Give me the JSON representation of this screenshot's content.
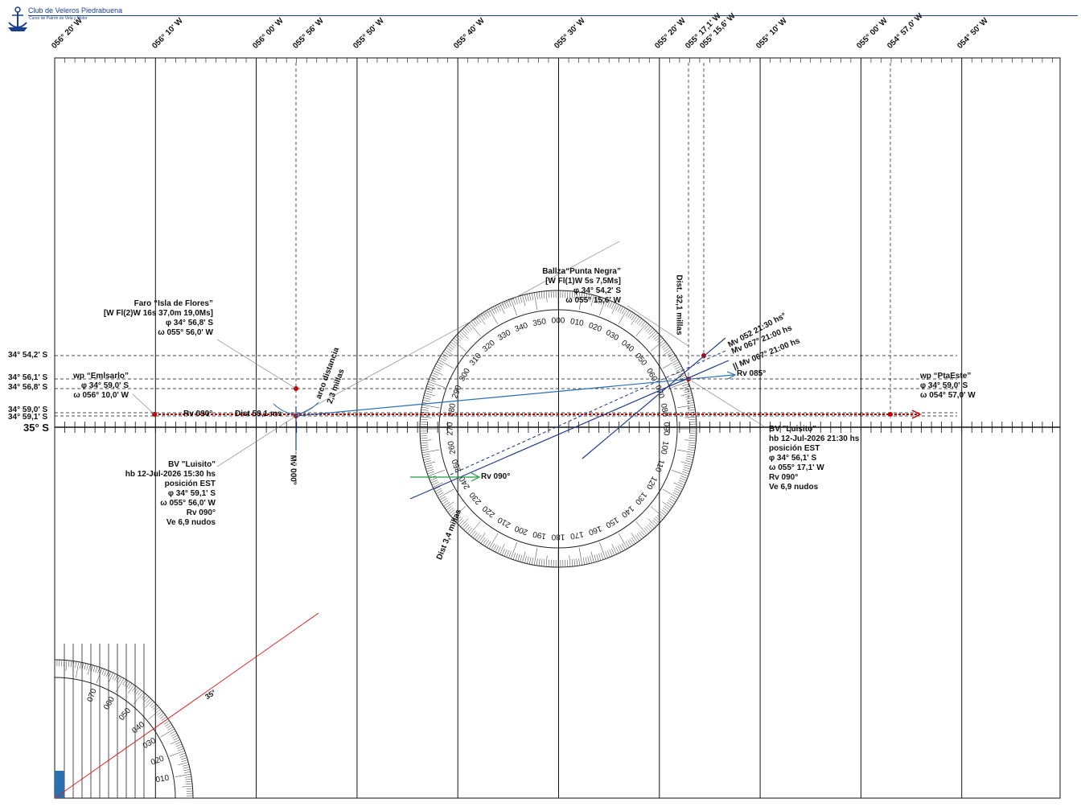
{
  "header": {
    "club": "Club de Veleros Piedrabuena",
    "course": "Curso de Patrón de Vela y Motor"
  },
  "colors": {
    "grid": "#111111",
    "course_track": "#c00000",
    "bearing_lines": "#1f3c88",
    "bearing_light": "#2a6fb0",
    "arc": "#2a6fb0",
    "rv_green": "#1a9c3c",
    "latitude_line": "#e02020"
  },
  "longitude_labels": [
    "056° 20' W",
    "056° 10' W",
    "056° 00' W",
    "055° 56' W",
    "055° 50' W",
    "055° 40' W",
    "055° 30' W",
    "055° 20' W",
    "055° 17,1' W",
    "055° 15,6' W",
    "055° 10' W",
    "055° 00' W",
    "054° 57,0' W",
    "054° 50' W"
  ],
  "latitude_labels": [
    "34° 54,2' S",
    "34° 56,1' S",
    "34° 56,8' S",
    "34° 59,0' S",
    "34° 59,1' S",
    "35° S"
  ],
  "faro": {
    "l1": "Faro “Isla de Flores”",
    "l2": "[W Fl(2)W 16s 37,0m 19,0Ms]",
    "l3": "φ 34° 56,8' S",
    "l4": "ω 055° 56,0' W"
  },
  "baliza": {
    "l1": "Ballza“Punta Negra”",
    "l2": "[W Fl(1)W 5s 7,5Ms]",
    "l3": "φ 34° 54,2' S",
    "l4": "ω 055° 15,6' W"
  },
  "wp_emisario": {
    "l1": "wp “Emlsarlo”",
    "l2": "φ 34° 59,0' S",
    "l3": "ω 056° 10,0' W"
  },
  "wp_ptaeste": {
    "l1": "wp “PtaEste”",
    "l2": "φ 34° 59,0' S",
    "l3": "ω 054° 57,0' W"
  },
  "bv_start": {
    "l1": "BV \"Luisito\"",
    "l2": "hb 12-Jul-2026 15:30 hs",
    "l3": "posición EST",
    "l4": "φ 34° 59,1' S",
    "l5": "ω 055° 56,0' W",
    "l6": "Rv 090°",
    "l7": "Ve 6,9 nudos"
  },
  "bv_end": {
    "l1": "BV \"Luisito\"",
    "l2": "hb 12-Jul-2026 21:30 hs",
    "l3": "posición EST",
    "l4": "φ 34° 56,1' S",
    "l5": "ω 055° 17,1' W",
    "l6": "Rv 090°",
    "l7": "Ve 6,9 nudos"
  },
  "track": {
    "rv": "Rv 090°",
    "dist": "Dist 59,1 ms"
  },
  "annotations": {
    "arco1": "arco distancia",
    "arco2": "2,3 millas",
    "mv000": "Mv 000°",
    "dist32": "Dist. 32,1 millas",
    "dist34": "Dist 3,4 millas",
    "mv052": "Mv 052 21:30 hs°",
    "mv067": "Mv 067° 21:00 hs",
    "mv067p": "|| Mv 067° 21:00 hs",
    "rv085": "Rv 085°",
    "rv090": "Rv 090°",
    "lat35": "35°"
  },
  "protractor_labels": [
    "000",
    "010",
    "020",
    "030",
    "040",
    "050",
    "060",
    "070",
    "080",
    "090",
    "100",
    "110",
    "120",
    "130",
    "140",
    "150",
    "160",
    "170",
    "180",
    "190",
    "200",
    "210",
    "220",
    "230",
    "240",
    "250",
    "260",
    "270",
    "280",
    "290",
    "300",
    "310",
    "320",
    "330",
    "340",
    "350"
  ],
  "small_protractor_labels": [
    "010",
    "020",
    "030",
    "040",
    "050",
    "060",
    "070"
  ]
}
